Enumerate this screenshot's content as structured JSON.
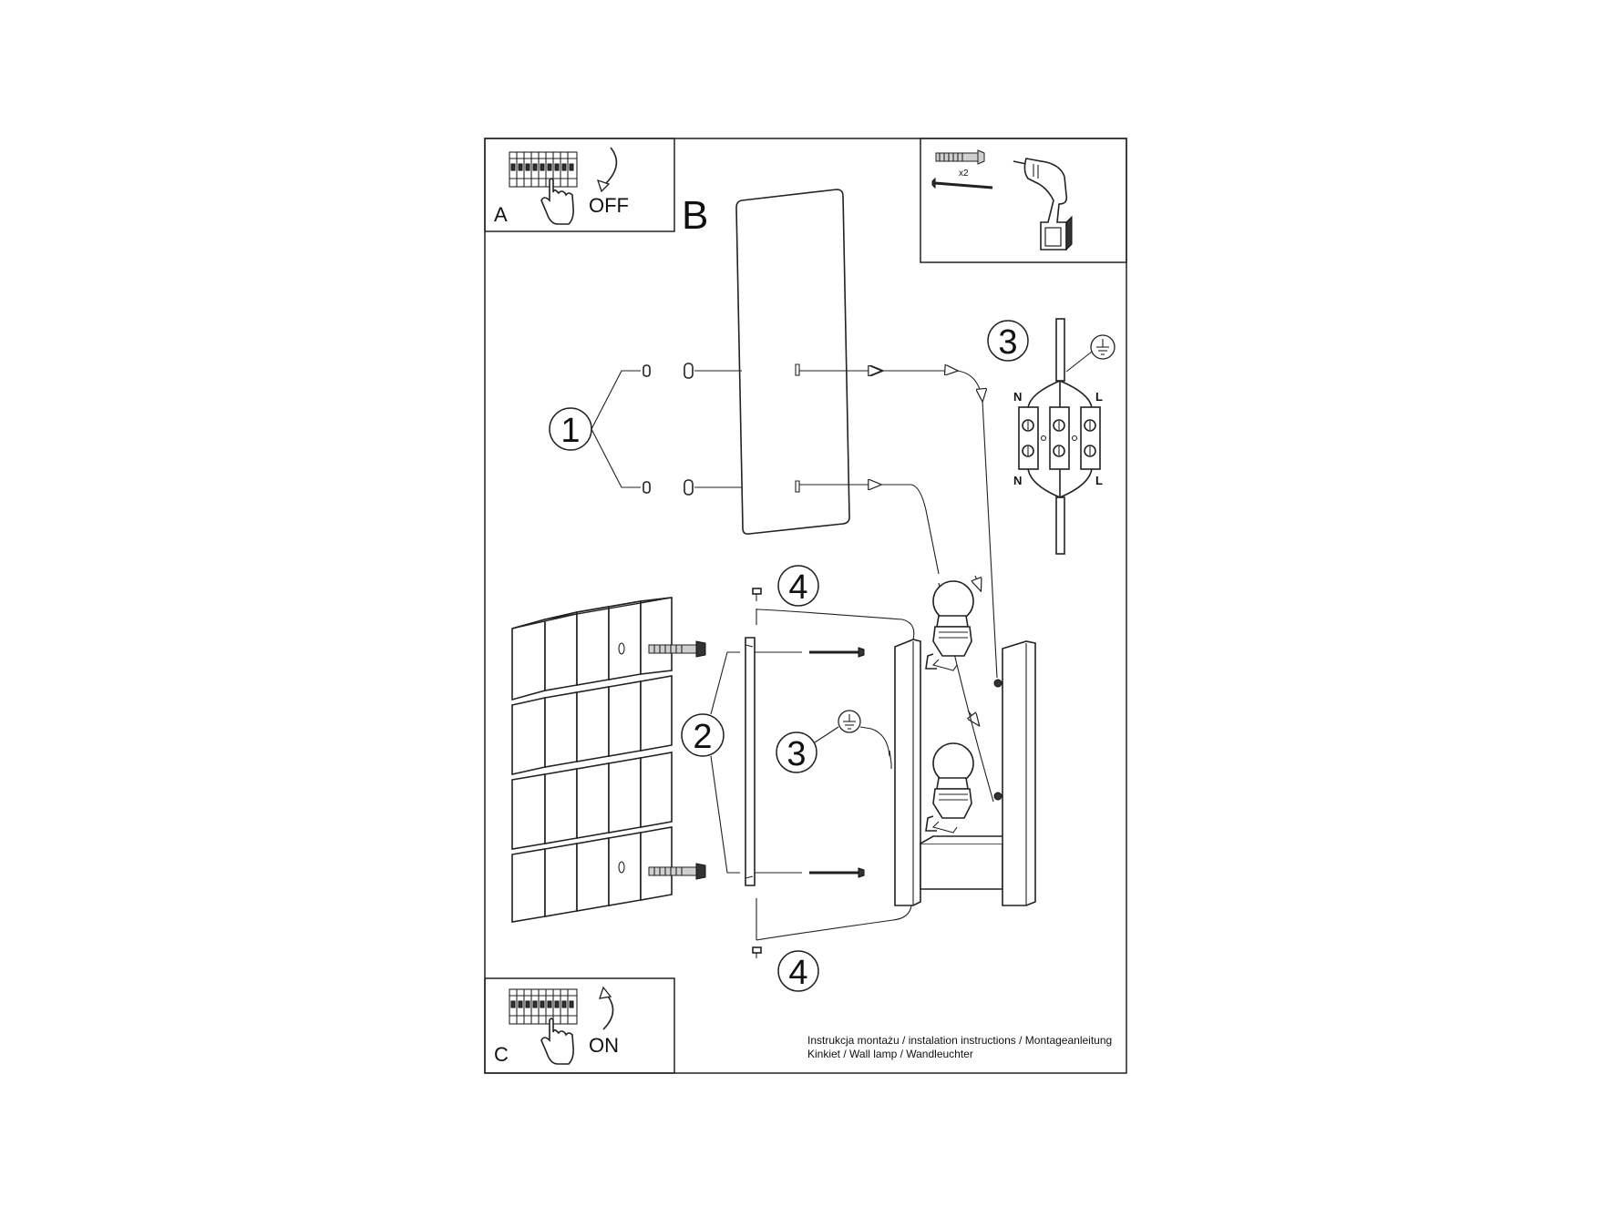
{
  "panels": {
    "a": {
      "letter": "A",
      "switch_label": "OFF"
    },
    "b": {
      "letter": "B"
    },
    "c": {
      "letter": "C",
      "switch_label": "ON"
    }
  },
  "hardware": {
    "quantity": "x2"
  },
  "callouts": {
    "step1": "1",
    "step2": "2",
    "step3_wiring": "3",
    "step3_ground": "3",
    "step4_top": "4",
    "step4_bottom": "4"
  },
  "wiring": {
    "top_left": "N",
    "top_right": "L",
    "bottom_left": "N",
    "bottom_right": "L"
  },
  "footer": {
    "line1": "Instrukcja montażu / instalation instructions / Montageanleitung",
    "line2": "Kinkiet / Wall lamp / Wandleuchter"
  },
  "icons": [
    "breaker-panel-icon",
    "hand-icon",
    "curved-arrow-icon",
    "wall-plug-icon",
    "screw-icon",
    "drill-icon",
    "ground-icon",
    "terminal-block-icon",
    "bulb-icon"
  ]
}
